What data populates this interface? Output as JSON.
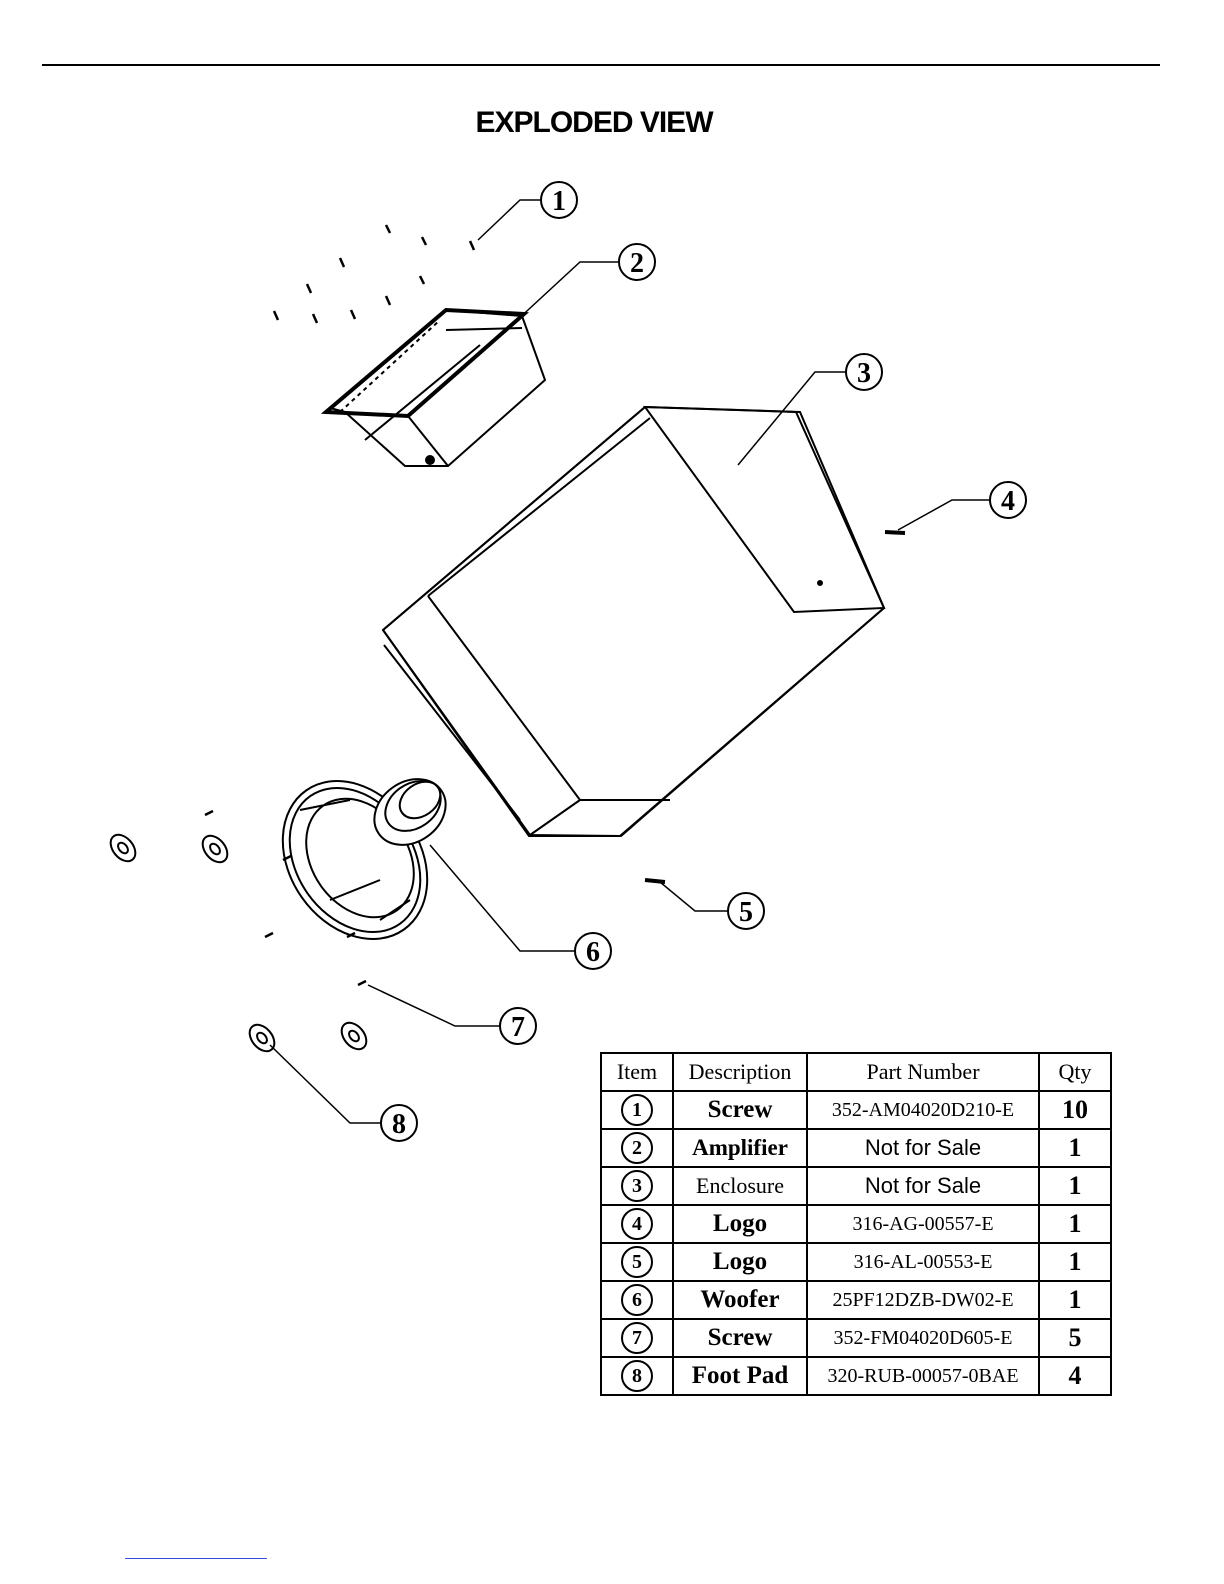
{
  "title": "EXPLODED VIEW",
  "callouts": [
    "1",
    "2",
    "3",
    "4",
    "5",
    "6",
    "7",
    "8"
  ],
  "table": {
    "headers": {
      "item": "Item",
      "description": "Description",
      "part_number": "Part Number",
      "qty": "Qty"
    },
    "rows": [
      {
        "item": "1",
        "description": "Screw",
        "part_number": "352-AM04020D210-E",
        "qty": "10"
      },
      {
        "item": "2",
        "description": "Amplifier",
        "part_number": "Not for Sale",
        "qty": "1"
      },
      {
        "item": "3",
        "description": "Enclosure",
        "part_number": "Not for Sale",
        "qty": "1"
      },
      {
        "item": "4",
        "description": "Logo",
        "part_number": "316-AG-00557-E",
        "qty": "1"
      },
      {
        "item": "5",
        "description": "Logo",
        "part_number": "316-AL-00553-E",
        "qty": "1"
      },
      {
        "item": "6",
        "description": "Woofer",
        "part_number": "25PF12DZB-DW02-E",
        "qty": "1"
      },
      {
        "item": "7",
        "description": "Screw",
        "part_number": "352-FM04020D605-E",
        "qty": "5"
      },
      {
        "item": "8",
        "description": "Foot Pad",
        "part_number": "320-RUB-00057-0BAE",
        "qty": "4"
      }
    ]
  }
}
